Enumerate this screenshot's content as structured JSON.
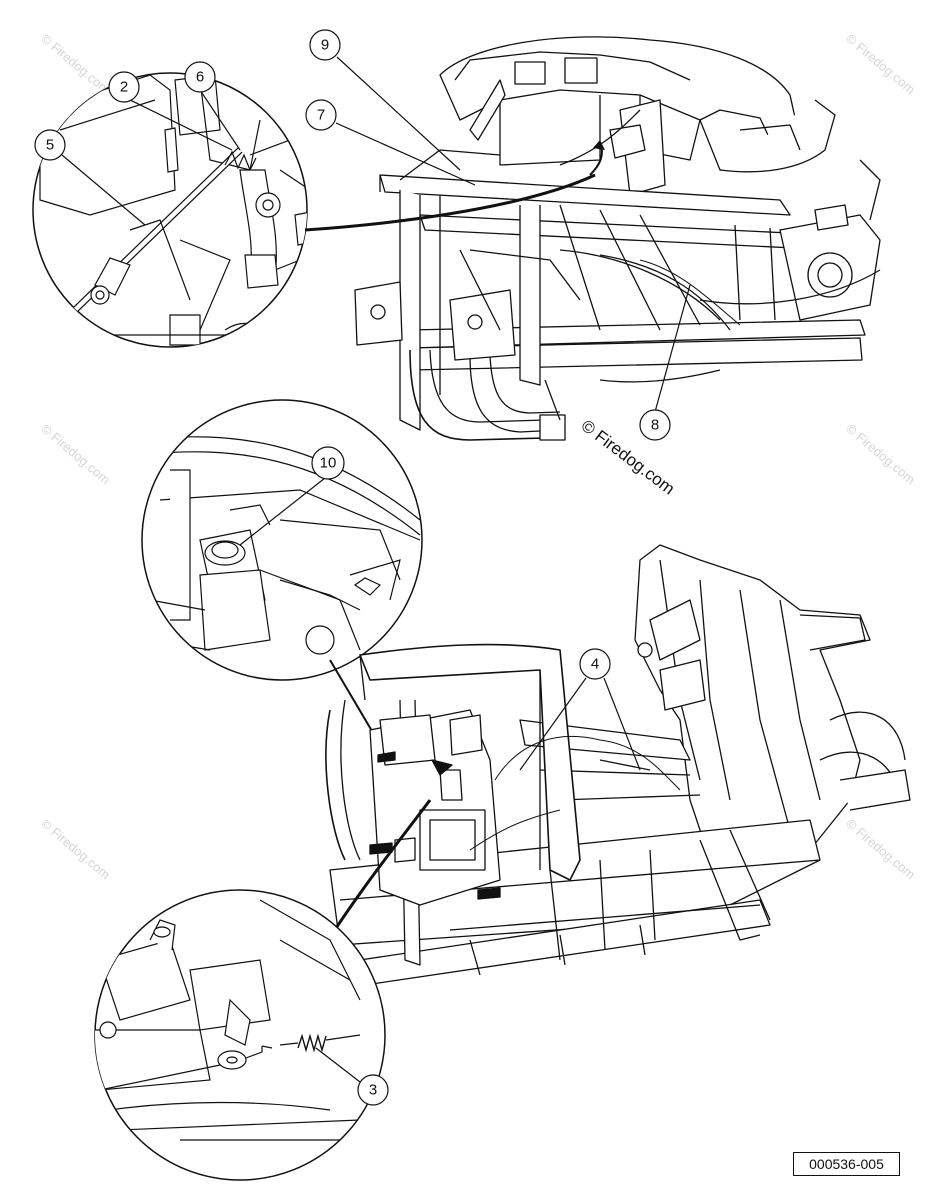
{
  "callouts": {
    "c2": "2",
    "c3": "3",
    "c4": "4",
    "c5": "5",
    "c6": "6",
    "c7": "7",
    "c8": "8",
    "c9": "9",
    "c10": "10"
  },
  "watermark": {
    "main": "© Firedog.com",
    "faint": "© Firedog.com"
  },
  "figure_code": "000536-005"
}
